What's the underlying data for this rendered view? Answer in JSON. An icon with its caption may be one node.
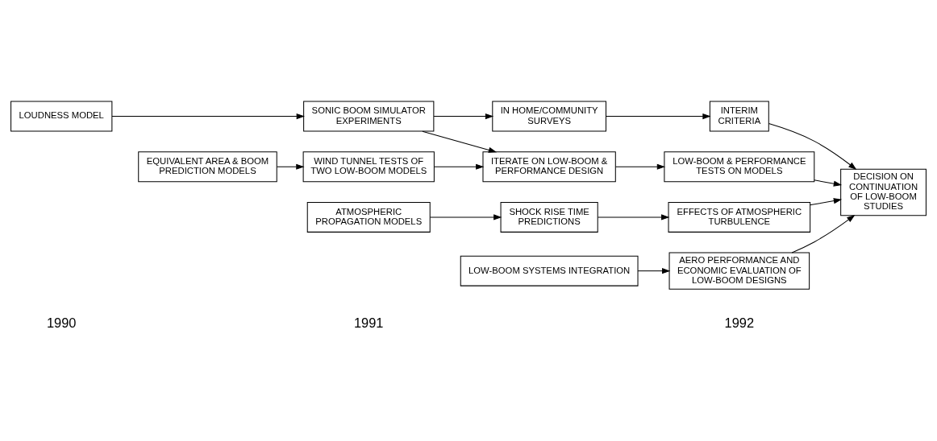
{
  "diagram": {
    "nodes": [
      {
        "text": [
          "LOUDNESS MODEL"
        ]
      },
      {
        "text": [
          "SONIC BOOM SIMULATOR EXPERIMENTS"
        ]
      },
      {
        "text": [
          "IN HOME/COMMUNITY SURVEYS"
        ]
      },
      {
        "text": [
          "INTERIM CRITERIA"
        ]
      },
      {
        "text": [
          "EQUIVALENT AREA & BOOM PREDICTION MODELS"
        ]
      },
      {
        "text": [
          "WIND TUNNEL TESTS OF TWO LOW-BOOM MODELS"
        ]
      },
      {
        "text": [
          "ITERATE ON LOW-BOOM & PERFORMANCE DESIGN"
        ]
      },
      {
        "text": [
          "LOW-BOOM & PERFORMANCE TESTS ON MODELS"
        ]
      },
      {
        "text": [
          "DECISION ON CONTINUATION OF LOW-BOOM STUDIES"
        ]
      },
      {
        "text": [
          "ATMOSPHERIC PROPAGATION MODELS"
        ]
      },
      {
        "text": [
          "SHOCK RISE TIME PREDICTIONS"
        ]
      },
      {
        "text": [
          "EFFECTS OF ATMOSPHERIC TURBULENCE"
        ]
      },
      {
        "text": [
          "LOW-BOOM SYSTEMS INTEGRATION"
        ]
      },
      {
        "text": [
          "AERO PERFORMANCE AND ECONOMIC EVALUATION OF LOW-BOOM DESIGNS"
        ]
      }
    ],
    "edges": [
      {
        "from": 0,
        "to": 1,
        "arrow": "to"
      },
      {
        "from": 1,
        "to": 2,
        "arrow": "to"
      },
      {
        "from": 2,
        "to": 3,
        "arrow": "to"
      },
      {
        "from": 3,
        "to": 8,
        "arrow": "to"
      },
      {
        "from": 1,
        "to": 6,
        "arrow": "to"
      },
      {
        "from": 4,
        "to": 5,
        "arrow": "to"
      },
      {
        "from": 5,
        "to": 6,
        "arrow": "to"
      },
      {
        "from": 6,
        "to": 7,
        "arrow": "to"
      },
      {
        "from": 7,
        "to": 8,
        "arrow": "to"
      },
      {
        "from": 9,
        "to": 10,
        "arrow": "to"
      },
      {
        "from": 10,
        "to": 11,
        "arrow": "to"
      },
      {
        "from": 11,
        "to": 8,
        "arrow": "to"
      },
      {
        "from": 12,
        "to": 13,
        "arrow": "to"
      },
      {
        "from": 13,
        "to": 8,
        "arrow": "to"
      }
    ],
    "labels": [
      "1990",
      "1991",
      "1992"
    ]
  }
}
